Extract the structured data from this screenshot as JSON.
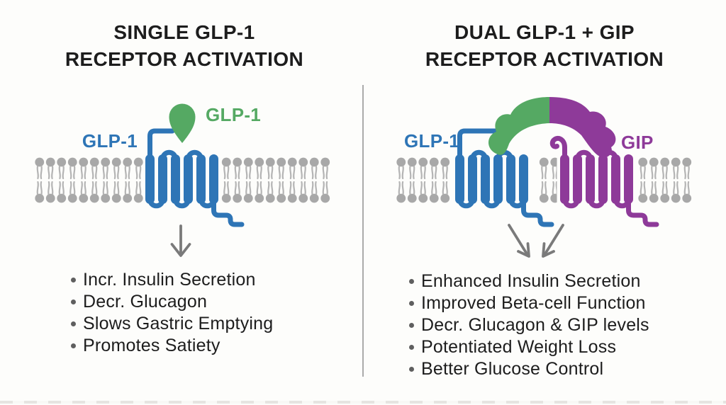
{
  "colors": {
    "ink": "#1d1d1d",
    "blue": "#2e75b6",
    "green": "#55a963",
    "purple": "#8e3a99",
    "membrane_head": "#a8a8a8",
    "membrane_tail": "#b4b4b4",
    "arrow_gray": "#7a7a7a",
    "divider_gray": "#9b9b9b",
    "bullet_gray": "#5f5f5f",
    "background": "#fdfdfb"
  },
  "left_panel": {
    "title_line1": "SINGLE GLP-1",
    "title_line2": "RECEPTOR ACTIVATION",
    "receptor_label": "GLP-1",
    "ligand_label": "GLP-1",
    "effects": [
      "Incr. Insulin Secretion",
      "Decr. Glucagon",
      "Slows Gastric Emptying",
      "Promotes Satiety"
    ]
  },
  "right_panel": {
    "title_line1": "DUAL GLP-1 + GIP",
    "title_line2": "RECEPTOR ACTIVATION",
    "glp1_label": "GLP-1",
    "gip_label": "GIP",
    "effects": [
      "Enhanced Insulin Secretion",
      "Improved Beta-cell Function",
      "Decr. Glucagon & GIP levels",
      "Potentiated Weight Loss",
      "Better Glucose Control"
    ]
  }
}
